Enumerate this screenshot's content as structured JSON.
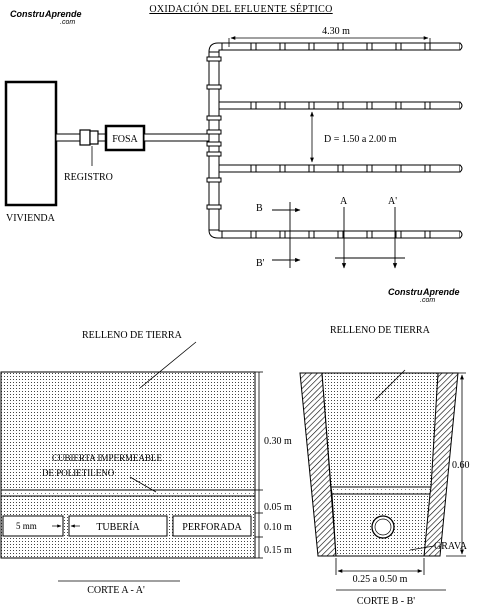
{
  "title": "OXIDACIÓN DEL EFLUENTE SÉPTICO",
  "watermark": {
    "brand_a": "Constru",
    "brand_b": "Aprende",
    "suffix": ".com"
  },
  "plan": {
    "house_label": "VIVIENDA",
    "registro_label": "REGISTRO",
    "fosa_label": "FOSA",
    "length_label": "4.30 m",
    "spacing_label": "D = 1.50 a 2.00 m",
    "sec_b": "B",
    "sec_b_prime": "B'",
    "sec_a": "A",
    "sec_a_prime": "A'"
  },
  "section_a": {
    "fill_label": "RELLENO DE TIERRA",
    "cover_line1": "CUBIERTA IMPERMEABLE",
    "cover_line2": "DE POLIETILENO",
    "dim_top": "0.30 m",
    "dim_2": "0.05 m",
    "dim_3": "0.10 m",
    "dim_4": "0.15 m",
    "pipe_size": "5 mm",
    "pipe_label": "TUBERÍA",
    "perforated_label": "PERFORADA",
    "caption": "CORTE  A  -  A'"
  },
  "section_b": {
    "fill_label": "RELLENO DE TIERRA",
    "height_dim": "0.60",
    "gravel_label": "GRAVA",
    "width_dim": "0.25 a 0.50 m",
    "caption": "CORTE B  -  B'"
  }
}
